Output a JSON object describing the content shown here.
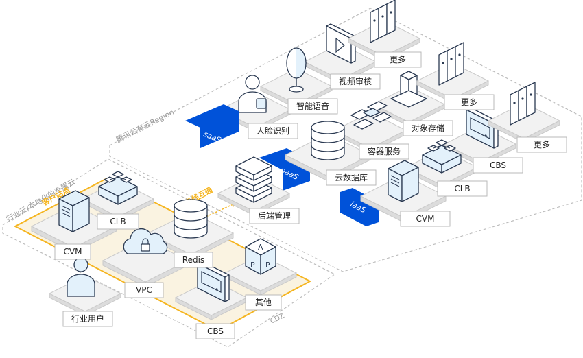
{
  "regions": {
    "cloud_region": "腾讯公有云Region",
    "industry_cloud": "行业云/本地化的专属云",
    "customer_site": "客户站点",
    "cdz": "CDZ",
    "private_link": "专线互通"
  },
  "layers": {
    "saas": "saaS",
    "paas": "paaS",
    "iaas": "laaS"
  },
  "cloud_services": {
    "face": "人脸识别",
    "voice": "智能语音",
    "video": "视频审核",
    "more1": "更多",
    "backend": "后端管理",
    "database": "云数据库",
    "container": "容器服务",
    "object_storage": "对象存储",
    "more2": "更多",
    "cvm": "CVM",
    "clb": "CLB",
    "cbs": "CBS",
    "more3": "更多"
  },
  "local_services": {
    "cvm": "CVM",
    "clb": "CLB",
    "redis": "Redis",
    "vpc": "VPC",
    "app": "其他",
    "cbs": "CBS",
    "user": "行业用户"
  },
  "app_cube_letters": [
    "A",
    "P",
    "P"
  ],
  "colors": {
    "accent_blue": "#0052d9",
    "customer_yellow": "#f5b520",
    "customer_fill": "#faf3e1",
    "icon_stroke": "#2b3a52",
    "icon_blue": "#e3f1fb"
  }
}
